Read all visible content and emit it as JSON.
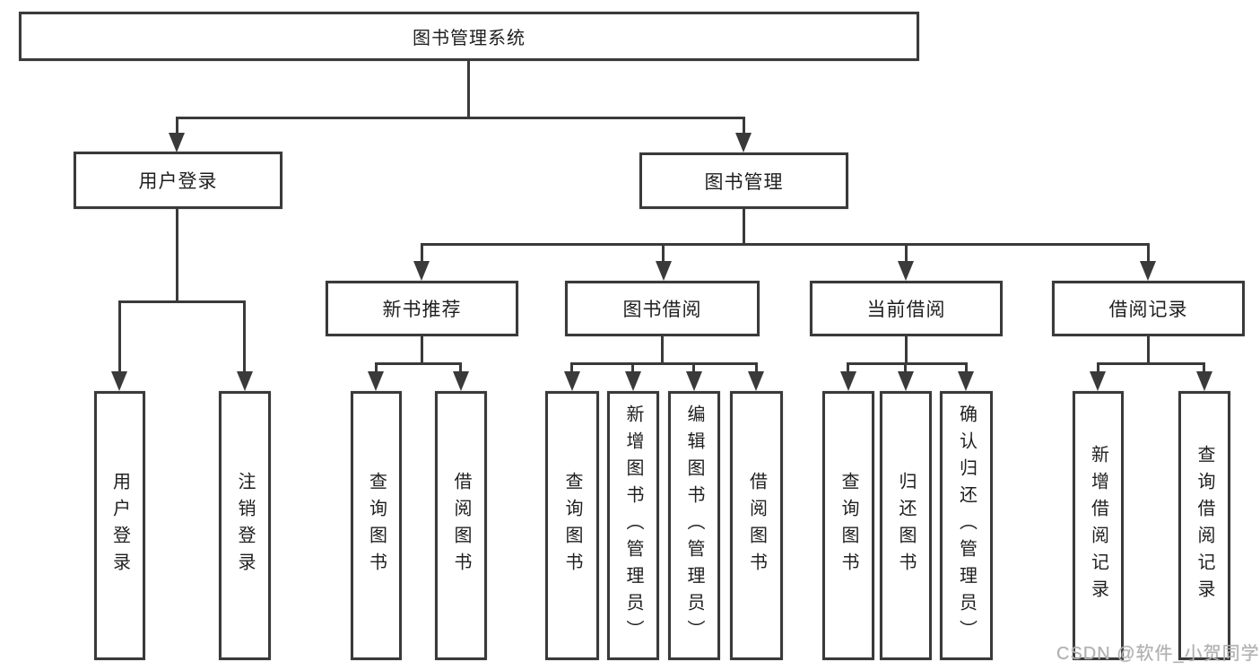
{
  "tree": {
    "root": "图书管理系统",
    "level2": [
      "用户登录",
      "图书管理"
    ],
    "level3": [
      "新书推荐",
      "图书借阅",
      "当前借阅",
      "借阅记录"
    ],
    "leaves": {
      "user_login": [
        "用户登录",
        "注销登录"
      ],
      "new_book": [
        "查询图书",
        "借阅图书"
      ],
      "book_borrow": [
        "查询图书",
        "新增图书（管理员）",
        "编辑图书（管理员）",
        "借阅图书"
      ],
      "current_borrow": [
        "查询图书",
        "归还图书",
        "确认归还（管理员）"
      ],
      "borrow_record": [
        "新增借阅记录",
        "查询借阅记录"
      ]
    }
  },
  "watermark": "CSDN @软件_小贺同学",
  "colors": {
    "line": "#3a3a3a",
    "text": "#1f1f1f",
    "watermark": "#b0b0b0",
    "background": "#ffffff"
  }
}
